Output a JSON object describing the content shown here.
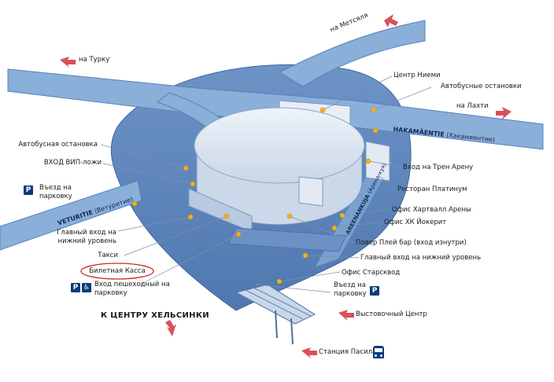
{
  "directions": {
    "turku": "на Турку",
    "metsala": "на Метсяля",
    "lahti": "на Лахти",
    "center": "К ЦЕНТРУ ХЕЛЬСИНКИ"
  },
  "roads": {
    "hakamaentie_fi": "HAKAMÄENTIE",
    "hakamaentie_ru": "(Хакамяентие)",
    "veturitie_fi": "VETURITIE",
    "veturitie_ru": "(Ветуритие)",
    "areenankuja_fi": "AREENANKUJA",
    "areenankuja_ru": "(Арена-куя)"
  },
  "labels": {
    "niemi_center": "Центр Ниеми",
    "bus_stops": "Автобусные остановки",
    "bus_stop": "Автобусная остановка",
    "vip_entrance": "ВХОД ВИП-ложи",
    "parking_entrance_left_1": "Въезд на",
    "parking_entrance_left_2": "парковку",
    "main_entrance_lower_1": "Главный вход на",
    "main_entrance_lower_2": "нижний уровень",
    "taxi": "Такси",
    "ticket_office": "Билетная Касса",
    "pedestrian_entrance_1": "Вход пешеходный на",
    "pedestrian_entrance_2": "парковку",
    "training_arena_entrance": "Вход на Трен Арену",
    "platinum_restaurant": "Ресторан Платинум",
    "hartwall_office": "Офис Хартвалл Арены",
    "jokerit_office": "Офис ХК Йокерит",
    "power_play_bar": "Повер Плей бар (вход изнутри)",
    "main_entrance_lower_right": "Главный вход на нижний уровень",
    "starckvod_office": "Офис Старсквод",
    "parking_entrance_right_1": "Въезд на",
    "parking_entrance_right_2": "парковку",
    "exhibition_center": "Выстовочный Центр",
    "pasila_station": "Станция Пасила"
  },
  "badges": {
    "parking": "P",
    "accessible": "♿"
  },
  "colors": {
    "road": "#7ea3cf",
    "plaza": "#5f87bd",
    "building": "#dde6f2",
    "poi": "#f2b21a",
    "arrow": "#d9505a",
    "ticket_highlight": "#d02a2a"
  },
  "icons": [
    "parking-icon",
    "accessible-icon",
    "train-icon",
    "direction-arrow-icon",
    "poi-dot-icon"
  ]
}
